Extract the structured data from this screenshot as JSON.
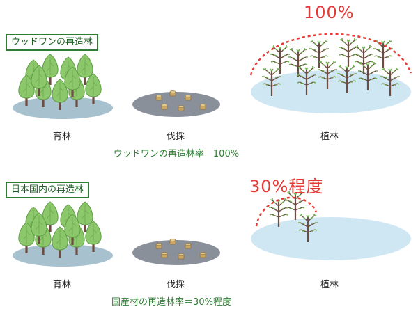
{
  "rows": [
    {
      "label": "ウッドワンの再造林",
      "stages": [
        "育林",
        "伐採",
        "植林"
      ],
      "rate_text": "ウッドワンの再造林率＝100%",
      "percent_label": "100%",
      "replanted_fraction": 1.0
    },
    {
      "label": "日本国内の再造林",
      "stages": [
        "育林",
        "伐採",
        "植林"
      ],
      "rate_text": "国産材の再造林率＝30%程度",
      "percent_label": "30%程度",
      "replanted_fraction": 0.3
    }
  ],
  "colors": {
    "label_border": "#2e7d32",
    "label_text": "#1b5e20",
    "rate_text": "#2e7d32",
    "accent": "#e53935",
    "ground_forest": "#a7c1cf",
    "ground_cut": "#8a9099",
    "ground_planted": "#cfe7f3",
    "tree_green": "#8cc86b",
    "tree_trunk": "#6d4c41",
    "stump": "#c9a866"
  }
}
